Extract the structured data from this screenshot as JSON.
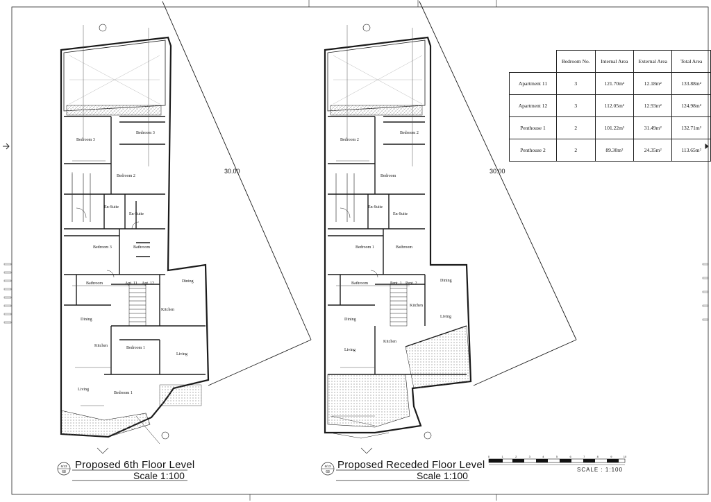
{
  "plans": [
    {
      "title": "Proposed 6th Floor Level",
      "scale": "Scale 1:100",
      "badge_top": "6/13",
      "badge_bottom": "68"
    },
    {
      "title": "Proposed Receded Floor Level",
      "scale": "Scale 1:100",
      "badge_top": "6/13",
      "badge_bottom": "68"
    }
  ],
  "dimension_labels": {
    "diagonal": "30.00"
  },
  "rooms_left": [
    "Bedroom 3",
    "Bedroom 3",
    "Bedroom 2",
    "En-Suite",
    "En-Suite",
    "Bedroom 3",
    "Bathroom",
    "Bathroom",
    "Apt. 11",
    "Apt. 12",
    "Dining",
    "Dining",
    "Kitchen",
    "Kitchen",
    "Bedroom 1",
    "Living",
    "Living",
    "Bedroom 1"
  ],
  "rooms_right": [
    "Bedroom 2",
    "Bedroom 2",
    "Bedroom",
    "En-Suite",
    "En-Suite",
    "Bedroom 1",
    "Bathroom",
    "Bathroom",
    "Pent. 1",
    "Pent. 2",
    "Dining",
    "Kitchen",
    "Living",
    "Dining",
    "Kitchen",
    "Living"
  ],
  "table": {
    "headers": [
      "Bedroom No.",
      "Internal Area",
      "External Area",
      "Total Area"
    ],
    "rows": [
      {
        "name": "Apartment 11",
        "bedrooms": "3",
        "internal": "121.70m²",
        "external": "12.18m²",
        "total": "133.88m²"
      },
      {
        "name": "Apartment 12",
        "bedrooms": "3",
        "internal": "112.05m²",
        "external": "12.93m²",
        "total": "124.98m²"
      },
      {
        "name": "Penthouse 1",
        "bedrooms": "2",
        "internal": "101.22m²",
        "external": "31.49m²",
        "total": "132.71m²"
      },
      {
        "name": "Penthouse 2",
        "bedrooms": "2",
        "internal": "89.30m²",
        "external": "24.35m²",
        "total": "113.65m²"
      }
    ]
  },
  "scale_bar": {
    "label": "SCALE : 1:100",
    "ticks": [
      "0",
      "1",
      "2",
      "3",
      "4",
      "5",
      "6",
      "7",
      "8",
      "9",
      "10"
    ]
  },
  "colors": {
    "line": "#1a1a1a",
    "hatch": "#9a9a9a"
  }
}
